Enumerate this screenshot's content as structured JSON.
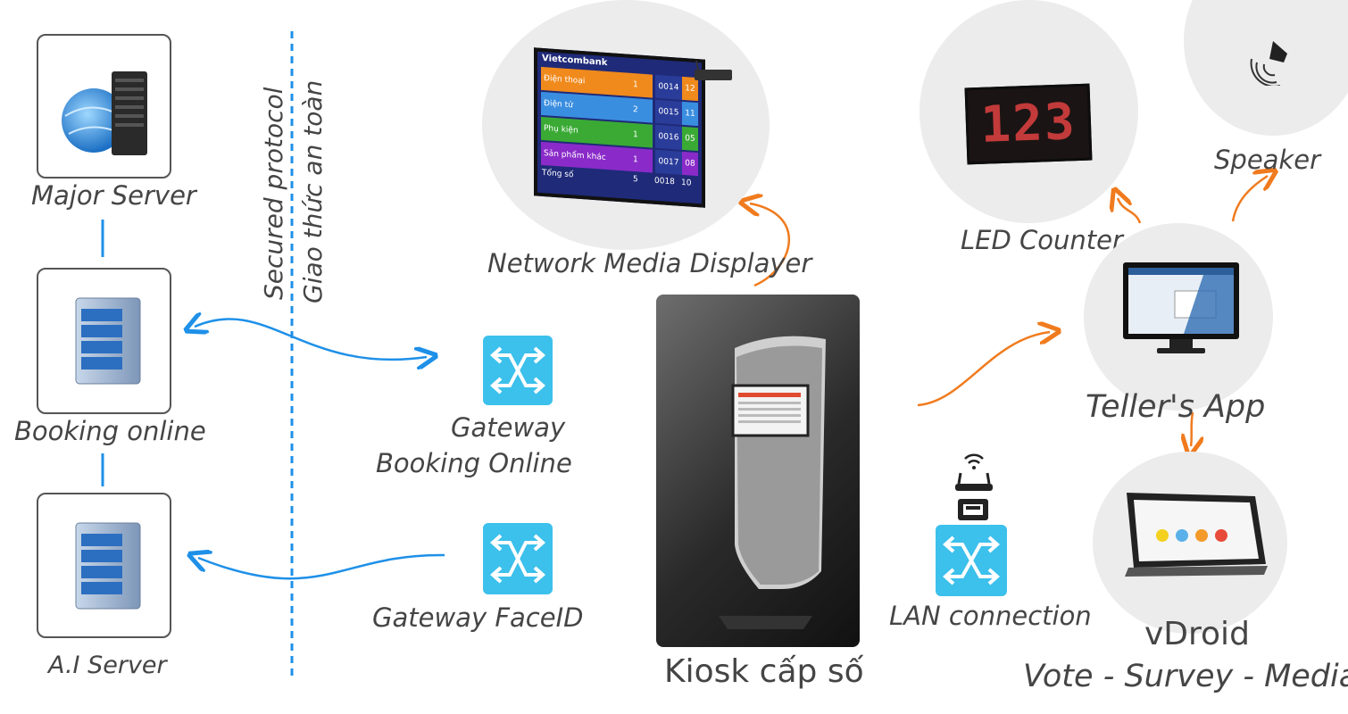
{
  "servers": {
    "major": "Major Server",
    "booking": "Booking online",
    "ai": "A.I Server"
  },
  "protocol": {
    "line1": "Secured protocol",
    "line2": "Giao thức an toàn"
  },
  "gateways": {
    "booking_line1": "Gateway",
    "booking_line2": "Booking Online",
    "faceid": "Gateway FaceID"
  },
  "kiosk": {
    "label": "Kiosk cấp số"
  },
  "display": {
    "label": "Network Media Displayer",
    "brand": "Vietcombank",
    "rows": [
      {
        "name": "Điện thoại",
        "count": "1",
        "ticket": "0014",
        "counter": "12",
        "color": "#f08a1c"
      },
      {
        "name": "Điện tử",
        "count": "2",
        "ticket": "0015",
        "counter": "11",
        "color": "#3a8ee0"
      },
      {
        "name": "Phụ kiện",
        "count": "1",
        "ticket": "0016",
        "counter": "05",
        "color": "#3aaa35"
      },
      {
        "name": "Sản phẩm khác",
        "count": "1",
        "ticket": "0017",
        "counter": "08",
        "color": "#8a2bc9"
      }
    ],
    "total_label": "Tổng số",
    "total_value": "5",
    "last_ticket": "0018",
    "last_counter": "10"
  },
  "led": {
    "label": "LED Counter",
    "digits": "123"
  },
  "speaker": {
    "label": "Speaker"
  },
  "teller": {
    "label": "Teller's App"
  },
  "lan": {
    "label": "LAN connection"
  },
  "vdroid": {
    "title": "vDroid",
    "subtitle": "Vote - Survey - Media"
  },
  "colors": {
    "blue_link": "#1e90e8",
    "orange_link": "#f07b1e",
    "switch_blue": "#3cc0ec"
  }
}
